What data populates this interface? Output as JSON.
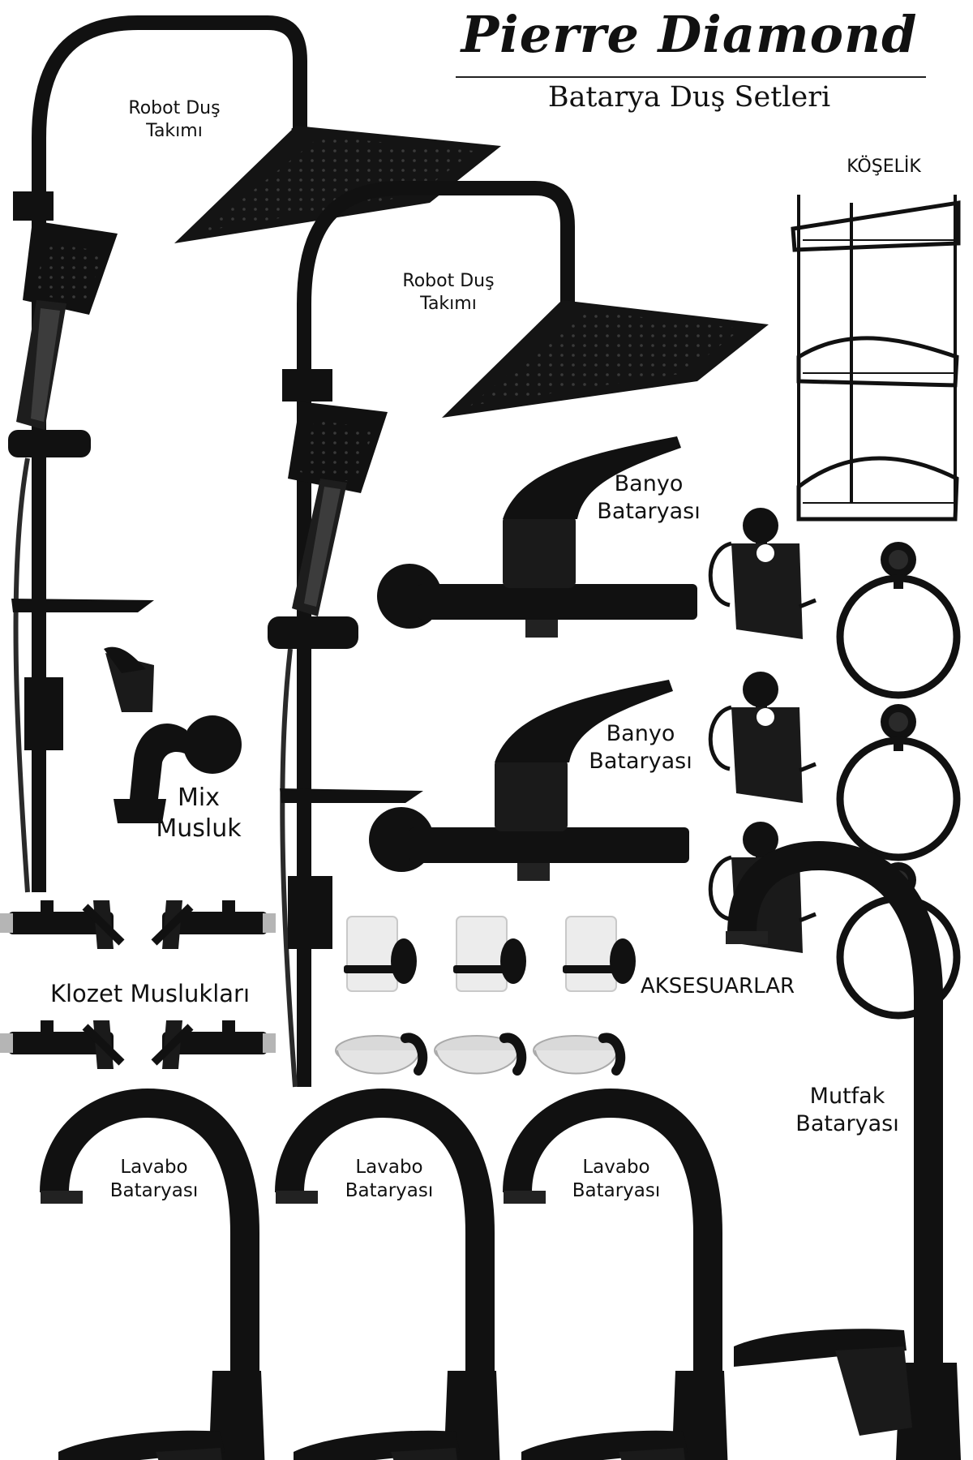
{
  "header": {
    "brand": "Pierre Diamond",
    "subtitle": "Batarya Duş Setleri"
  },
  "labels": {
    "shower_1": {
      "line1": "Robot Duş",
      "line2": "Takımı"
    },
    "shower_2": {
      "line1": "Robot Duş",
      "line2": "Takımı"
    },
    "corner_shelf": "KÖŞELİK",
    "bath_faucet_1": {
      "line1": "Banyo",
      "line2": "Bataryası"
    },
    "bath_faucet_2": {
      "line1": "Banyo",
      "line2": "Bataryası"
    },
    "mix_tap": {
      "line1": "Mix",
      "line2": "Musluk"
    },
    "toilet_valves": "Klozet Muslukları",
    "accessories": "AKSESUARLAR",
    "basin_1": {
      "line1": "Lavabo",
      "line2": "Bataryası"
    },
    "basin_2": {
      "line1": "Lavabo",
      "line2": "Bataryası"
    },
    "basin_3": {
      "line1": "Lavabo",
      "line2": "Bataryası"
    },
    "kitchen": {
      "line1": "Mutfak",
      "line2": "Bataryası"
    }
  },
  "colors": {
    "product": "#111111",
    "glass": "#e9e9e9",
    "chrome": "#bdbdbd",
    "background": "#ffffff"
  }
}
